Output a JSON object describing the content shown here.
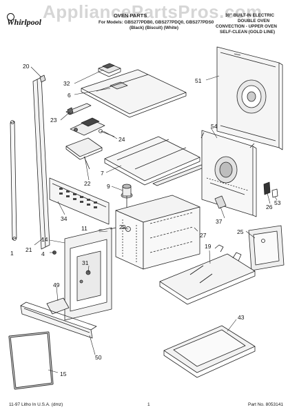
{
  "watermark": "AppliancePartsPros.com",
  "brand": {
    "name": "Whirlpool"
  },
  "header": {
    "title": "OVEN PARTS",
    "models": "For Models: GBS277PDB0, GBS277PDQ0, GBS277PDS0",
    "colors": "(Black)  (Biscuit)  (White)",
    "desc_lines": [
      "30\" BUILT-IN ELECTRIC",
      "DOUBLE OVEN",
      "CONVECTION - UPPER OVEN",
      "SELF-CLEAN (GOLD LINE)"
    ]
  },
  "callouts": [
    "1",
    "4",
    "6",
    "7",
    "9",
    "11",
    "14",
    "15",
    "19",
    "20",
    "21",
    "22",
    "23",
    "24",
    "25",
    "26",
    "27",
    "29",
    "31",
    "32",
    "34",
    "37",
    "43",
    "49",
    "50",
    "51",
    "53",
    "54"
  ],
  "footer": {
    "left": "11-97 Litho In U.S.A. (dmz)",
    "center": "1",
    "right": "Part No. 8053141"
  }
}
